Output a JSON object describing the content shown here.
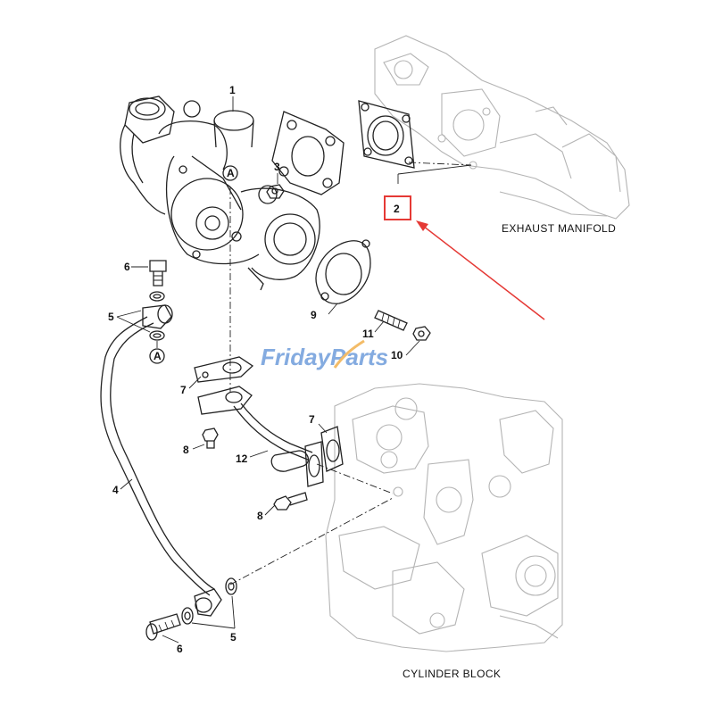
{
  "captions": {
    "exhaust_manifold": "EXHAUST MANIFOLD",
    "cylinder_block": "CYLINDER BLOCK"
  },
  "watermark": {
    "part1": "Friday",
    "part2": "Parts",
    "color1": "#5b8fd6",
    "color2": "#f0a636"
  },
  "highlight": {
    "label": "2",
    "color": "#e53935"
  },
  "callouts": {
    "c1": "1",
    "c3": "3",
    "cA_top": "A",
    "cA_left": "A",
    "c4": "4",
    "c5_top": "5",
    "c5_bottom": "5",
    "c6_top": "6",
    "c6_bottom": "6",
    "c7_top": "7",
    "c7_right": "7",
    "c8_top": "8",
    "c8_bottom": "8",
    "c9": "9",
    "c10": "10",
    "c11": "11",
    "c12": "12"
  }
}
